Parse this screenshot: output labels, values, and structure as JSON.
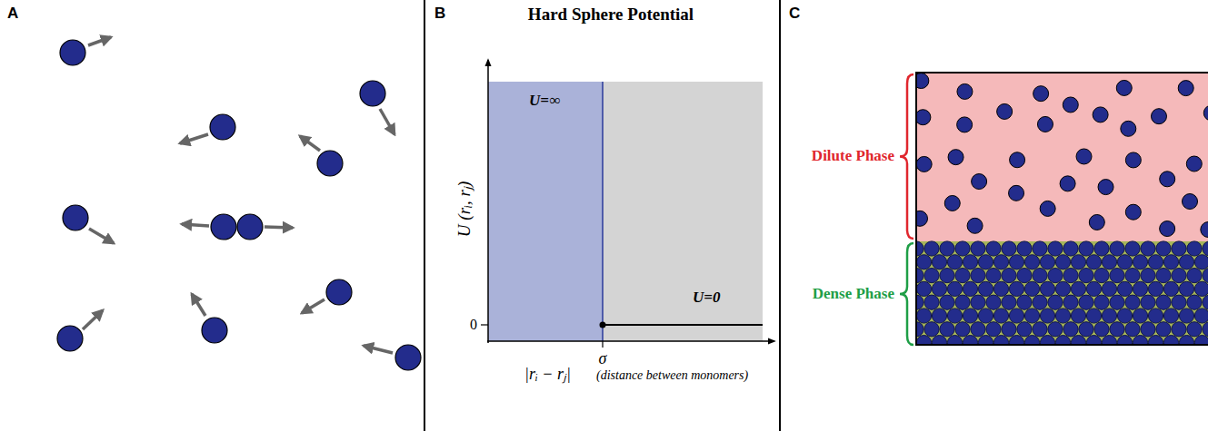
{
  "diagram": {
    "labels": [
      "A",
      "B",
      "Hard Sphere Potential",
      "C",
      "U (rᵢ, rⱼ)",
      "U=∞",
      "U=0",
      "0",
      "σ",
      "|rᵢ − rⱼ|",
      "(distance between monomers)",
      "Dilute Phase",
      "Dense Phase"
    ]
  }
}
